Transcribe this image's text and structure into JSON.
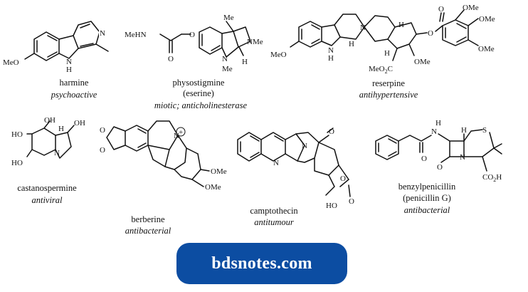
{
  "compounds": [
    {
      "name": "harmine",
      "activity": "psychoactive"
    },
    {
      "name": "physostigmine",
      "name_line2": "(eserine)",
      "activity": "miotic; anticholinesterase"
    },
    {
      "name": "reserpine",
      "activity": "antihypertensive"
    },
    {
      "name": "castanospermine",
      "activity": "antiviral"
    },
    {
      "name": "berberine",
      "activity": "antibacterial"
    },
    {
      "name": "camptothecin",
      "activity": "antitumour"
    },
    {
      "name": "benzylpenicillin",
      "name_line2": "(penicillin G)",
      "activity": "antibacterial"
    }
  ],
  "atoms": {
    "meo": "MeO",
    "n": "N",
    "h": "H",
    "nh": "NH",
    "mehn": "MeHN",
    "o": "O",
    "me": "Me",
    "nme": "NMe",
    "ome": "OMe",
    "meo2c": "MeO",
    "meo2c_sub": "2",
    "meo2c_tail": "C",
    "ho": "HO",
    "oh": "OH",
    "co2h": "CO",
    "co2h_sub": "2",
    "co2h_tail": "H",
    "s": "S",
    "plus": "+"
  },
  "badge": {
    "text": "bdsnotes.com",
    "background": "#0c4da2",
    "text_color": "#ffffff"
  }
}
